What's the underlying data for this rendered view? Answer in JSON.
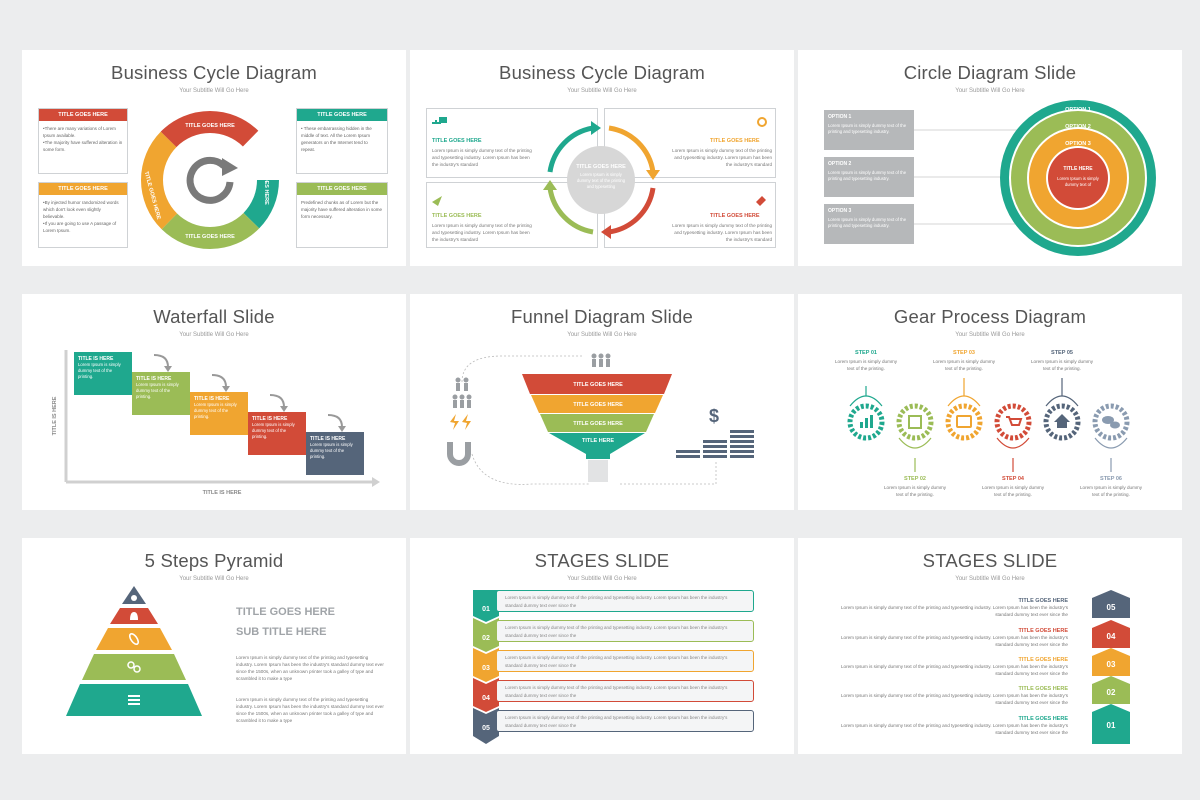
{
  "colors": {
    "red": "#d24b38",
    "green": "#1fa88e",
    "lightgreen": "#9bbc56",
    "orange": "#f0a530",
    "gray": "#8a8e92",
    "navy": "#55657a",
    "ltgray": "#dedede"
  },
  "subtitle": "Your Subtitle Will Go Here",
  "lorem_short": "Lorem Ipsum is simply dummy text of the printing and typesetting industry. Lorem Ipsum has been the industry's standard",
  "slide1": {
    "title": "Business Cycle Diagram",
    "box_title": "TITLE GOES HERE",
    "boxes": [
      {
        "l1": "•There are many variations of Lorem Ipsum available.",
        "l2": "•The majority have suffered alteration in some form."
      },
      {
        "l1": "•By injected humor randomized words which don't look even slightly believable.",
        "l2": "•If you are going to use A passage of Lorem Ipsum."
      },
      {
        "l1": "• These embarrassing hidden in the middle of text. All the Lorem Ipsum generators on the Internet tend to repeat.",
        "l2": ""
      },
      {
        "l1": "Predefined chunks as of Lorem but the majority have suffered alteration in some form necessary.",
        "l2": ""
      }
    ],
    "ring_label": "TITLE GOES HERE"
  },
  "slide2": {
    "title": "Business Cycle Diagram",
    "label": "TITLE GOES HERE",
    "center_title": "TITLE GOES HERE",
    "center_text": "Lorem Ipsum is simply dummy text of the printing and typesetting"
  },
  "slide3": {
    "title": "Circle Diagram Slide",
    "options": [
      "OPTION 1",
      "OPTION 2",
      "OPTION 3"
    ],
    "center_title": "TITLE HERE",
    "center_text": "Lorem Ipsum is simply dummy text of",
    "option_text": "Lorem Ipsum is simply dummy text of the printing and typesetting industry."
  },
  "slide4": {
    "title": "Waterfall Slide",
    "step_title": "TITLE IS HERE",
    "step_text": "Lorem Ipsum is simply dummy text of the printing.",
    "x_label": "TITLE IS HERE",
    "y_label": "TITLE IS HERE"
  },
  "slide5": {
    "title": "Funnel Diagram Slide",
    "layers": [
      "TITLE GOES HERE",
      "TITLE GOES HERE",
      "TITLE GOES HERE",
      "TITLE HERE"
    ]
  },
  "slide6": {
    "title": "Gear Process Diagram",
    "steps": [
      "STEP 01",
      "STEP 02",
      "STEP 03",
      "STEP 04",
      "STEP 05",
      "STEP 06"
    ],
    "step_text": "Lorem Ipsum is simply dummy text of the printing."
  },
  "slide7": {
    "title": "5 Steps Pyramid",
    "heading": "TITLE GOES HERE",
    "subheading": "SUB TITLE HERE",
    "para": "Lorem Ipsum is simply dummy text of the printing and typesetting industry. Lorem Ipsum has been the industry's standard dummy text ever since the 1500s, when an unknown printer took a galley of type and scrambled it to make a type"
  },
  "slide8": {
    "title": "STAGES SLIDE",
    "numbers": [
      "01",
      "02",
      "03",
      "04",
      "05"
    ],
    "text": "Lorem Ipsum is simply dummy text of the printing and typesetting industry. Lorem Ipsum has been the industry's standard dummy text ever since the"
  },
  "slide9": {
    "title": "STAGES SLIDE",
    "label": "TITLE GOES HERE",
    "numbers": [
      "05",
      "04",
      "03",
      "02",
      "01"
    ],
    "text": "Lorem Ipsum is simply dummy text of the printing and typesetting industry. Lorem Ipsum has been the industry's standard dummy text ever since the"
  }
}
